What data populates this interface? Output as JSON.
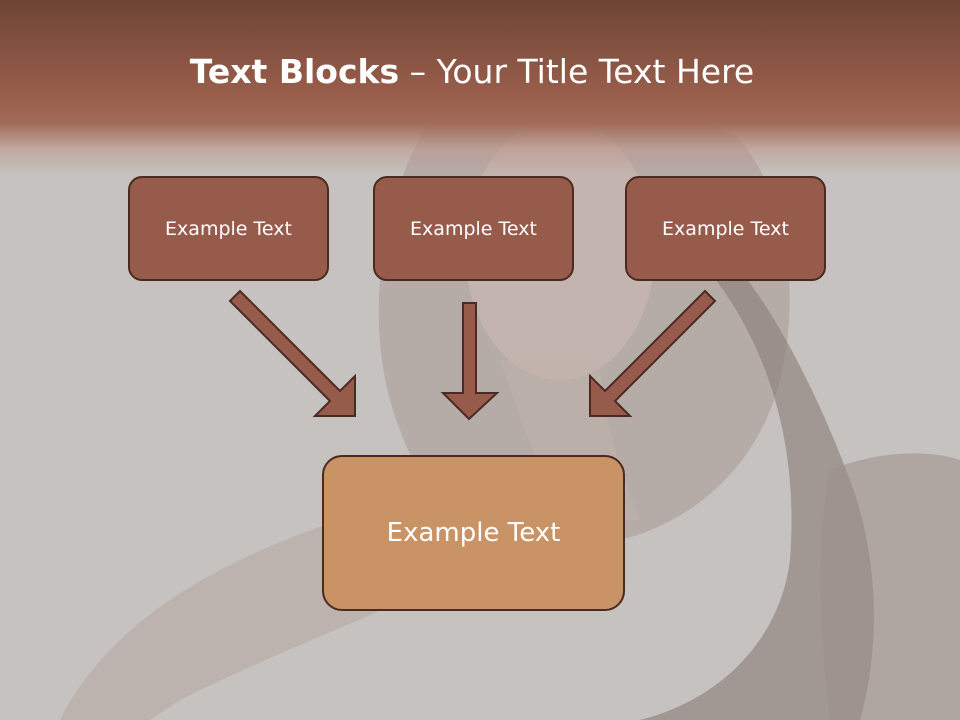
{
  "title": {
    "bold": "Text Blocks",
    "rest": " – Your Title Text Here"
  },
  "boxes": {
    "left": "Example Text",
    "center": "Example Text",
    "right": "Example Text",
    "bottom": "Example Text"
  },
  "colors": {
    "header": "#9a5e4c",
    "small_box": "#975b4c",
    "big_box": "#c99365",
    "border": "#4a2a22",
    "background": "#c5c2bf"
  }
}
